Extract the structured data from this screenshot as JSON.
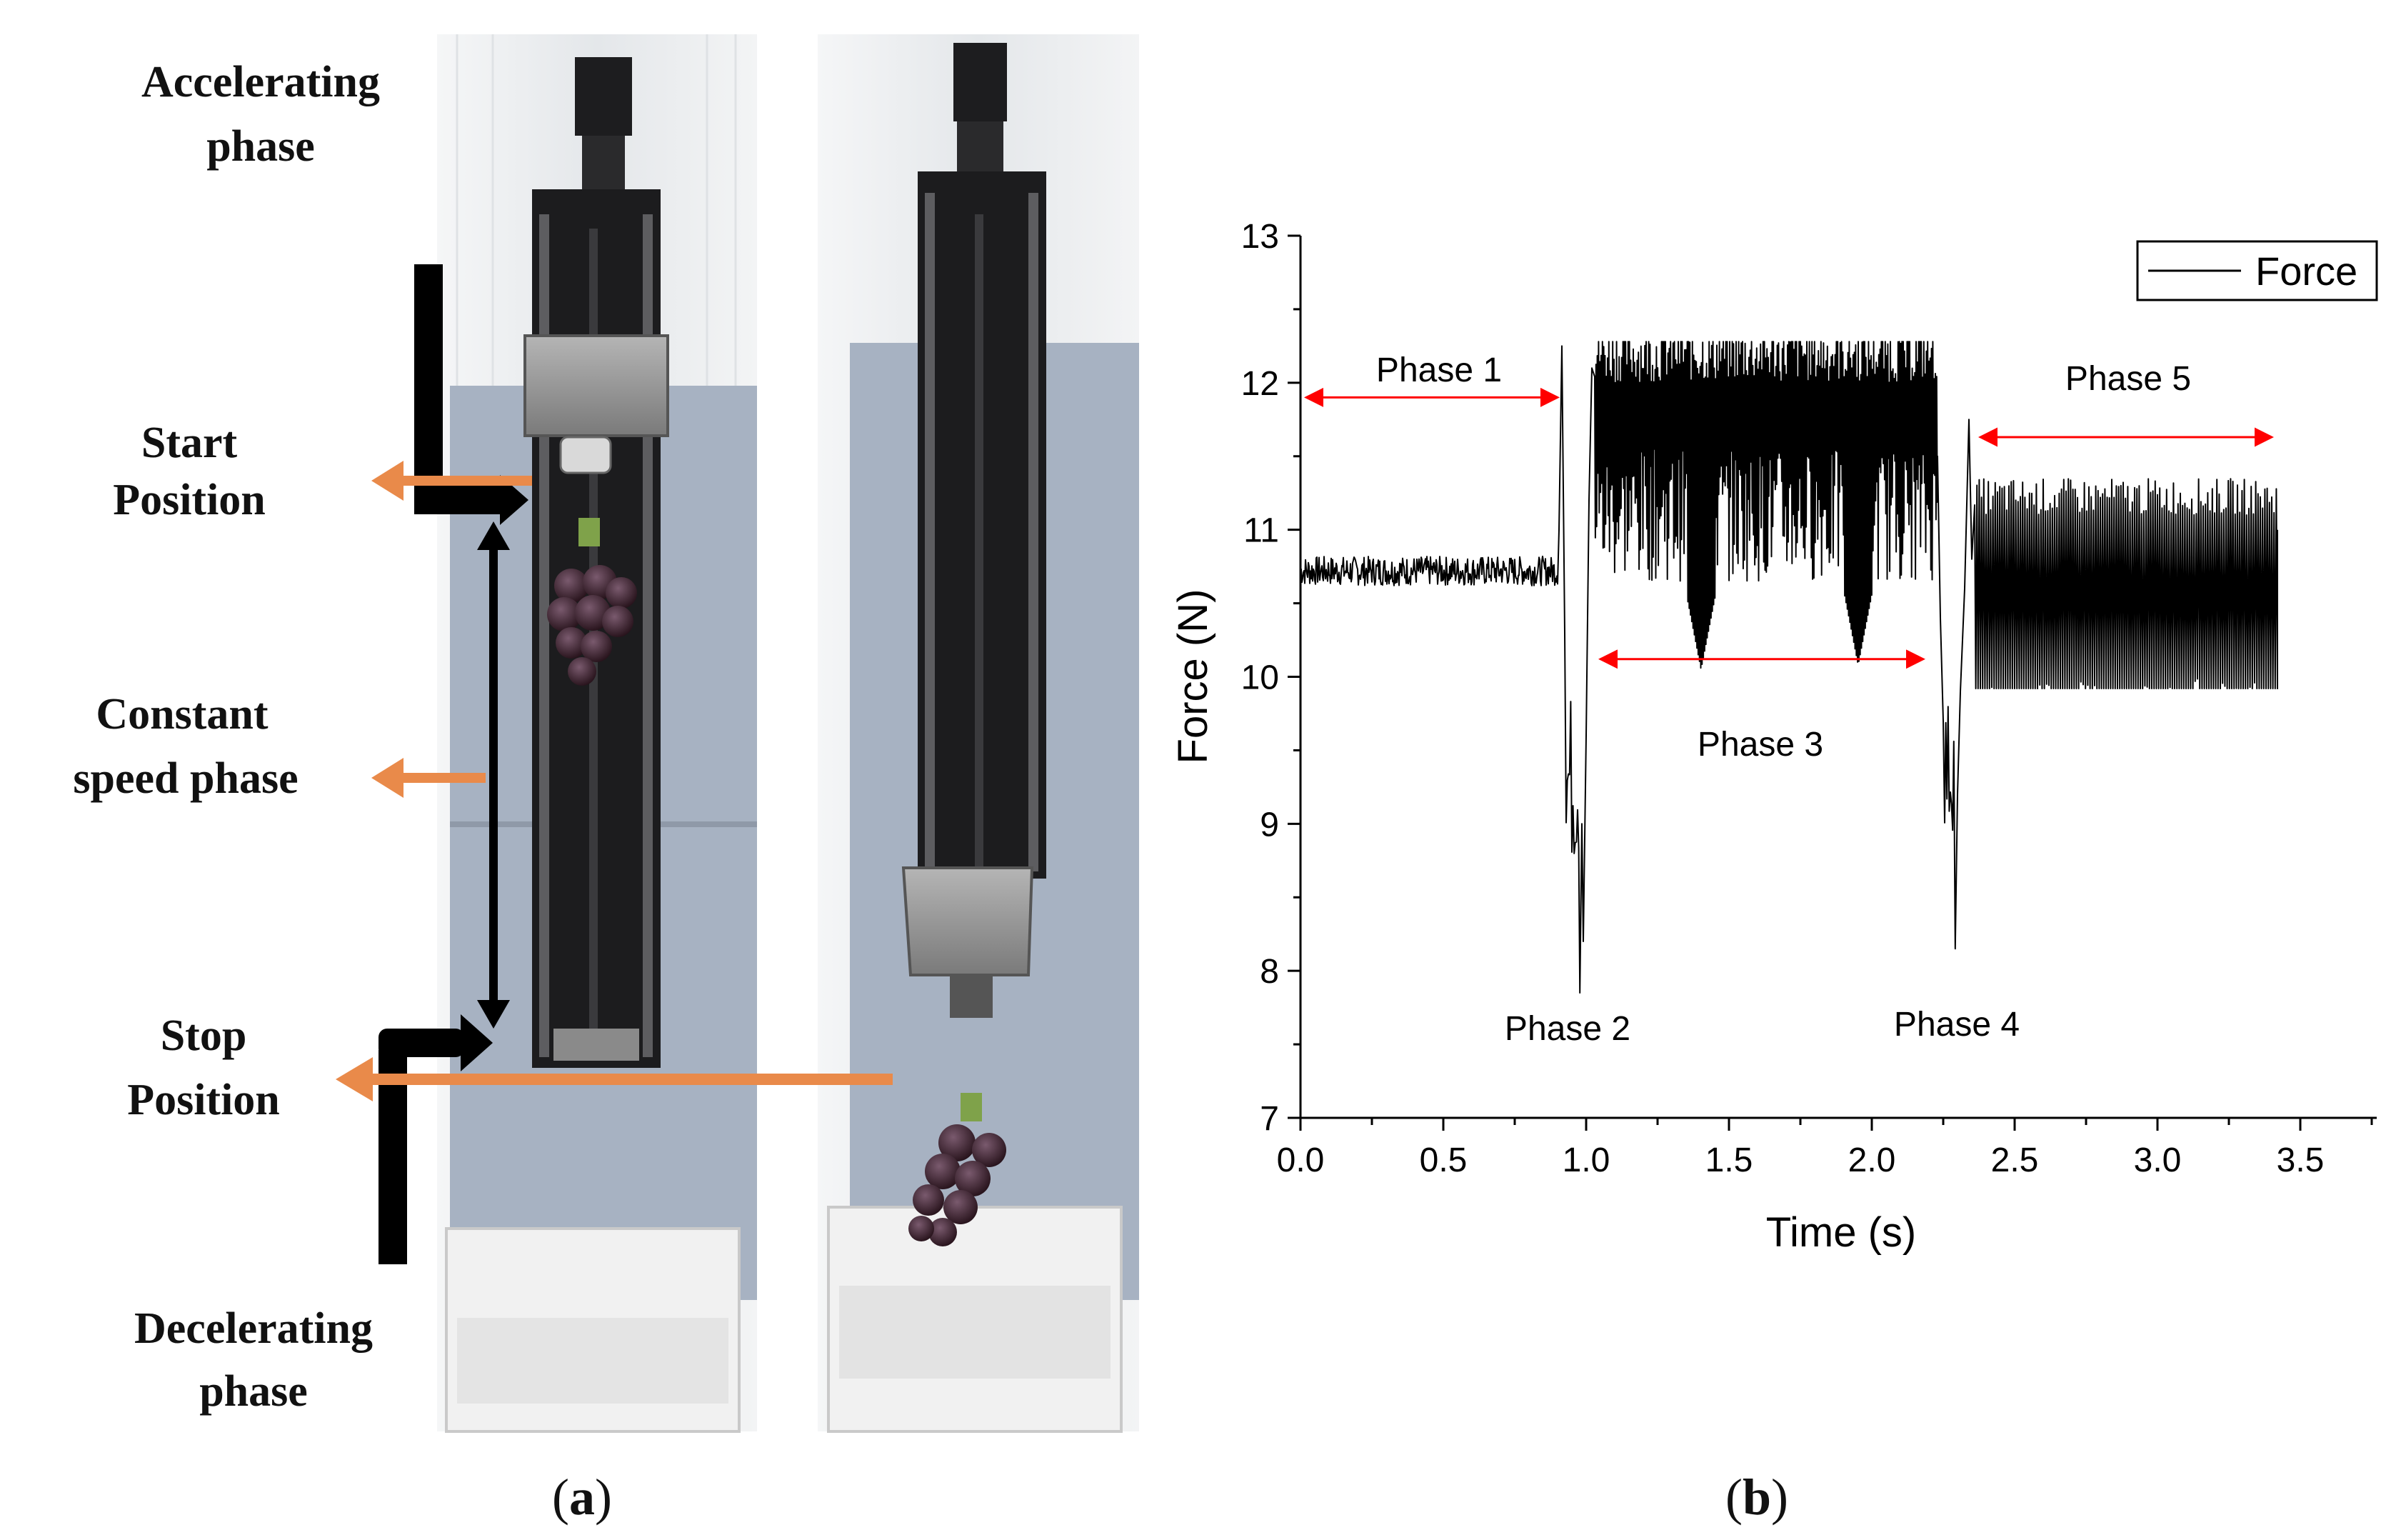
{
  "panel_a": {
    "caption_open": "(",
    "caption_letter": "a",
    "caption_close": ")",
    "labels": {
      "accelerating_line1": "Accelerating",
      "accelerating_line2": "phase",
      "start_line1": "Start",
      "start_line2": "Position",
      "constant_line1": "Constant",
      "constant_line2": "speed phase",
      "stop_line1": "Stop",
      "stop_line2": "Position",
      "decelerating_line1": "Decelerating",
      "decelerating_line2": "phase"
    },
    "colors": {
      "arrow_orange": "#e98a4a",
      "background_panel": "#a7b2c2",
      "wall": "#eef0f2",
      "rail": "#1c1c1e",
      "carriage": "#8f8f8f",
      "foam_block": "#f2f2f2",
      "grapes": "#3a2030"
    }
  },
  "panel_b": {
    "caption_open": "(",
    "caption_letter": "b",
    "caption_close": ")"
  },
  "chart_data": {
    "type": "line",
    "xlabel": "Time (s)",
    "ylabel": "Force (N)",
    "xlim": [
      0.0,
      3.75
    ],
    "ylim": [
      7,
      13
    ],
    "x_ticks": [
      "0.0",
      "0.5",
      "1.0",
      "1.5",
      "2.0",
      "2.5",
      "3.0",
      "3.5"
    ],
    "y_ticks": [
      "7",
      "8",
      "9",
      "10",
      "11",
      "12",
      "13"
    ],
    "legend": {
      "position": "top-right",
      "entries": [
        "Force"
      ]
    },
    "series": [
      {
        "name": "Force",
        "color": "#000000",
        "segments": [
          {
            "phase": "Phase 1",
            "t_start": 0.0,
            "t_end": 0.9,
            "mean": 10.72,
            "low": 10.62,
            "high": 10.82
          },
          {
            "phase": "Phase 2",
            "t_start": 0.92,
            "t_end": 1.02,
            "min": 7.85,
            "peak": 12.25
          },
          {
            "phase": "Phase 3",
            "t_start": 1.03,
            "t_end": 2.23,
            "low": 10.5,
            "high": 12.28,
            "dips": [
              {
                "t": 1.4,
                "value": 10.05
              },
              {
                "t": 1.95,
                "value": 10.08
              }
            ]
          },
          {
            "phase": "Phase 4",
            "t_start": 2.23,
            "t_end": 2.33,
            "min": 8.15,
            "peak": 11.75
          },
          {
            "phase": "Phase 5",
            "t_start": 2.36,
            "t_end": 3.42,
            "mean": 10.55,
            "low": 9.92,
            "high": 11.25
          }
        ]
      }
    ],
    "annotations": {
      "phase1": "Phase 1",
      "phase2": "Phase 2",
      "phase3": "Phase 3",
      "phase4": "Phase 4",
      "phase5": "Phase 5"
    },
    "annotation_arrows": [
      {
        "label": "Phase 1",
        "x_from": 0.0,
        "x_to": 0.92,
        "y": 11.9
      },
      {
        "label": "Phase 3",
        "x_from": 1.03,
        "x_to": 2.2,
        "y": 10.12
      },
      {
        "label": "Phase 5",
        "x_from": 2.36,
        "x_to": 3.42,
        "y": 11.63
      }
    ],
    "annotation_color": "#ff0000",
    "grid": false
  }
}
